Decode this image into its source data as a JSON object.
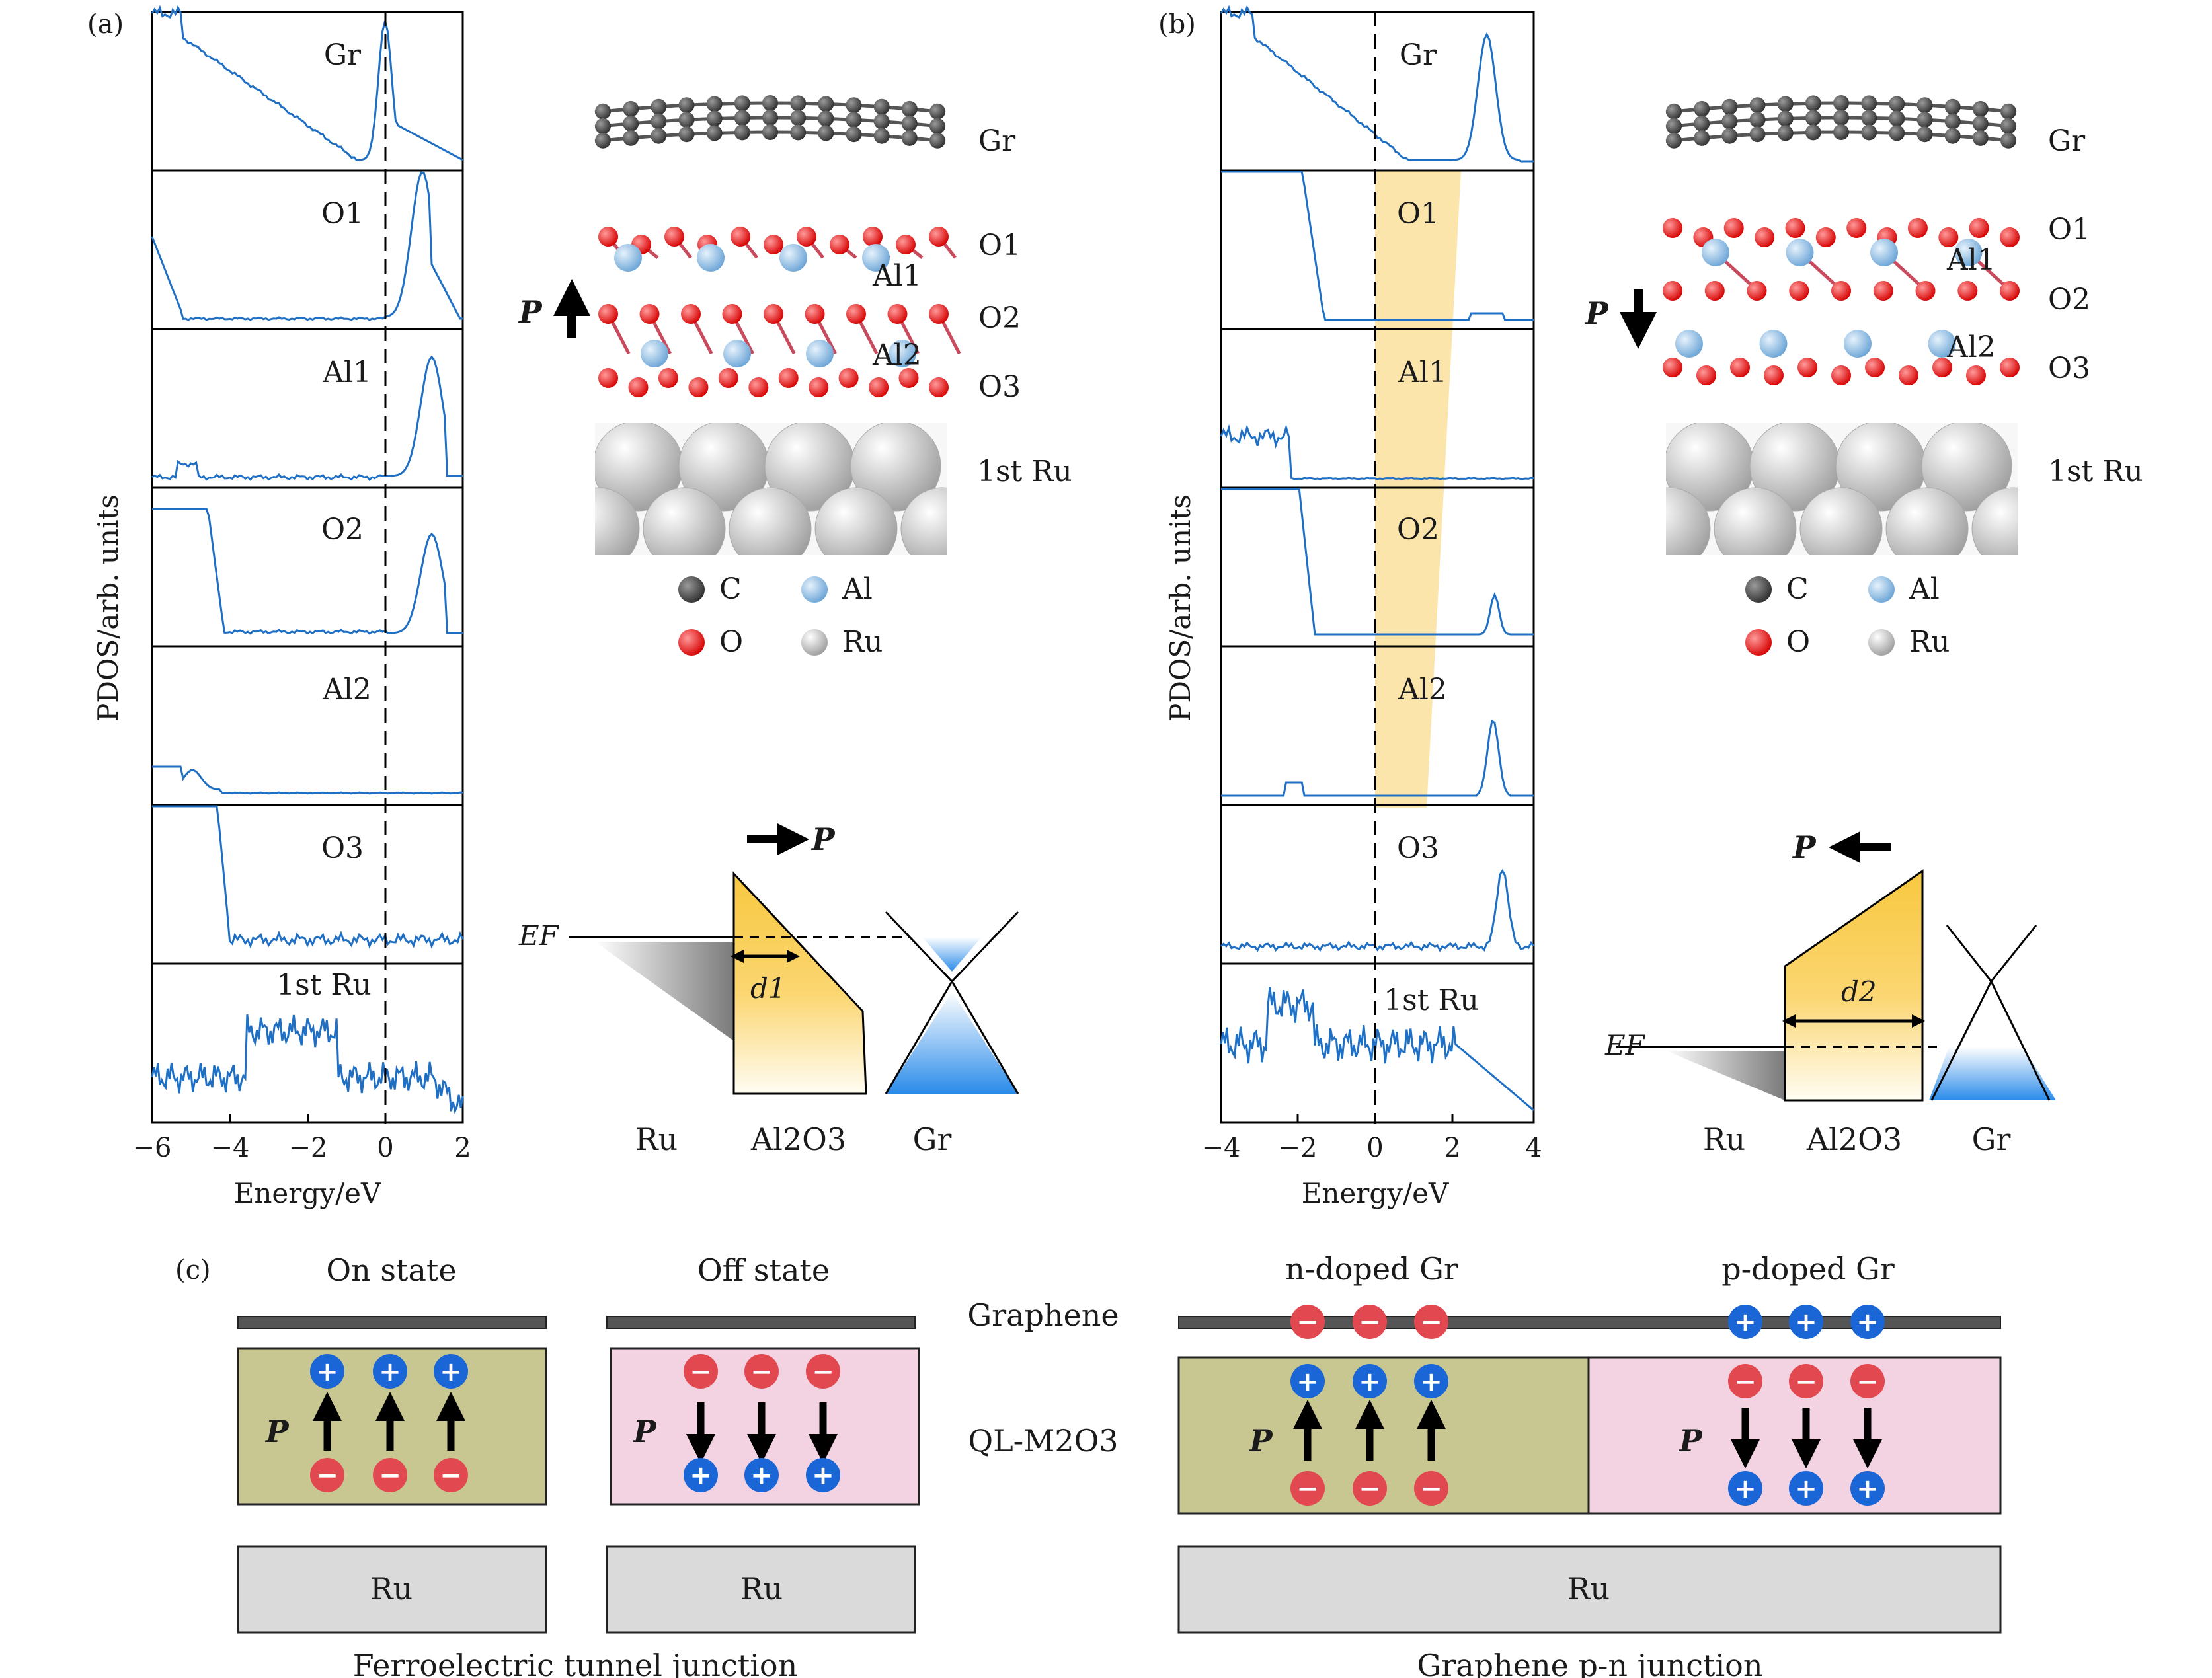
{
  "colors": {
    "curve": "#1f6fc4",
    "oxide_fill": "#f8c840",
    "graphene_blue": "#2a8bea",
    "on_state_fill": "#c8c792",
    "off_state_fill": "#f3d3e2",
    "ru_gray": "#dadada",
    "graphene_bar": "#555555",
    "minus_red": "#e2484f",
    "plus_blue": "#1b66d6"
  },
  "panel_a": {
    "label": "(a)",
    "ylabel": "PDOS/arb. units",
    "xlabel": "Energy/eV",
    "xticks": [
      "−6",
      "−4",
      "−2",
      "0",
      "2"
    ],
    "rows": [
      "Gr",
      "O1",
      "Al1",
      "O2",
      "Al2",
      "O3",
      "1st Ru"
    ],
    "structure": {
      "layers": [
        "Gr",
        "O1",
        "Al1",
        "O2",
        "Al2",
        "O3",
        "1st Ru"
      ],
      "polarization": "P",
      "legend": [
        "C",
        "Al",
        "O",
        "Ru"
      ]
    },
    "band": {
      "ef": "EF",
      "d": "d1",
      "p": "P",
      "regions": [
        "Ru",
        "Al2O3",
        "Gr"
      ]
    }
  },
  "panel_b": {
    "label": "(b)",
    "ylabel": "PDOS/arb. units",
    "xlabel": "Energy/eV",
    "xticks": [
      "−4",
      "−2",
      "0",
      "2",
      "4"
    ],
    "rows": [
      "Gr",
      "O1",
      "Al1",
      "O2",
      "Al2",
      "O3",
      "1st Ru"
    ],
    "structure": {
      "layers": [
        "Gr",
        "O1",
        "Al1",
        "O2",
        "Al2",
        "O3",
        "1st Ru"
      ],
      "polarization": "P",
      "legend": [
        "C",
        "Al",
        "O",
        "Ru"
      ]
    },
    "band": {
      "ef": "EF",
      "d": "d2",
      "p": "P",
      "regions": [
        "Ru",
        "Al2O3",
        "Gr"
      ]
    }
  },
  "panel_c": {
    "label": "(c)",
    "on_state": "On state",
    "off_state": "Off state",
    "graphene": "Graphene",
    "oxide": "QL-M2O3",
    "ru": "Ru",
    "ftj_caption": "Ferroelectric tunnel junction",
    "pn_caption": "Graphene p-n junction",
    "n_doped": "n-doped Gr",
    "p_doped": "p-doped Gr",
    "p_symbol": "P",
    "plus": "+",
    "minus": "−"
  }
}
